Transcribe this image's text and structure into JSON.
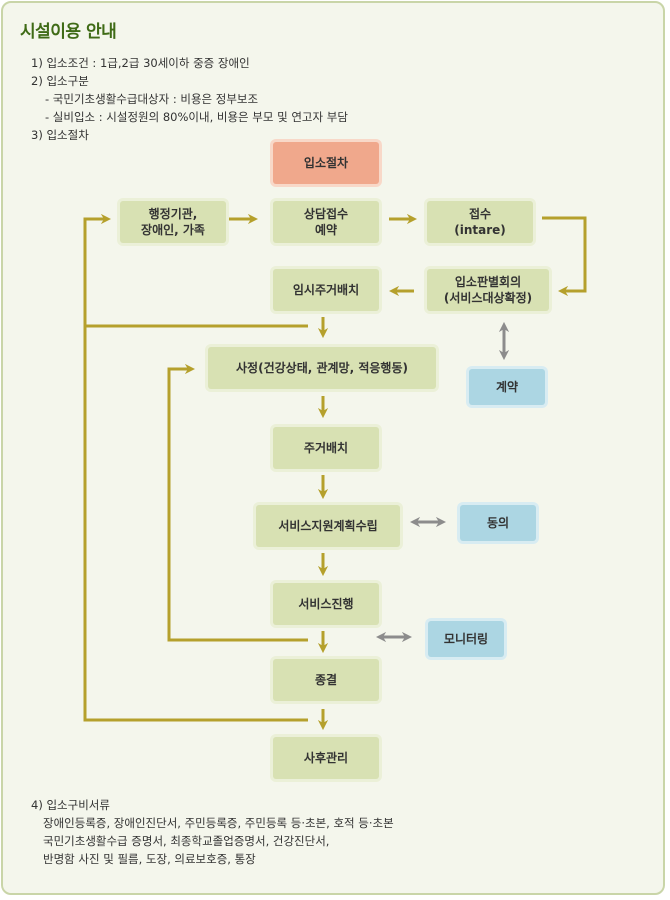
{
  "title": "시설이용 안내",
  "info": {
    "line1": "1) 입소조건 : 1급,2급 30세이하 중증 장애인",
    "line2": "2) 입소구분",
    "line3": "- 국민기초생활수급대상자 : 비용은 정부보조",
    "line4": "- 실비입소 : 시설정원의 80%이내, 비용은 부모 및 연고자 부담",
    "line5": "3) 입소절차"
  },
  "flow": {
    "admission_procedure": "입소절차",
    "agency": "행정기관,\n장애인, 가족",
    "consult": "상담접수\n예약",
    "intake": "접수\n(intare)",
    "temp_residence": "임시주거배치",
    "review_committee": "입소판별회의\n(서비스대상확정)",
    "assessment": "사정(건강상태, 관계망, 적응행동)",
    "contract": "계약",
    "residence": "주거배치",
    "service_plan": "서비스지원계획수립",
    "consent": "동의",
    "service_progress": "서비스진행",
    "monitoring": "모니터링",
    "termination": "종결",
    "aftercare": "사후관리"
  },
  "documents": {
    "heading": "4) 입소구비서류",
    "line1": "장애인등록증, 장애인진단서, 주민등록증, 주민등록 등·초본, 호적 등·초본",
    "line2": "국민기초생활수급 증명서, 최종학교졸업증명서, 건강진단서,",
    "line3": "반명함 사진 및 필름, 도장, 의료보호증, 통장"
  },
  "colors": {
    "arrow": "#b5a02c",
    "double_arrow": "#8c8c8c",
    "green_box": "#d8e1b3",
    "salmon_box": "#f0a88c",
    "blue_box": "#acd6e3",
    "title": "#3f6b16"
  }
}
